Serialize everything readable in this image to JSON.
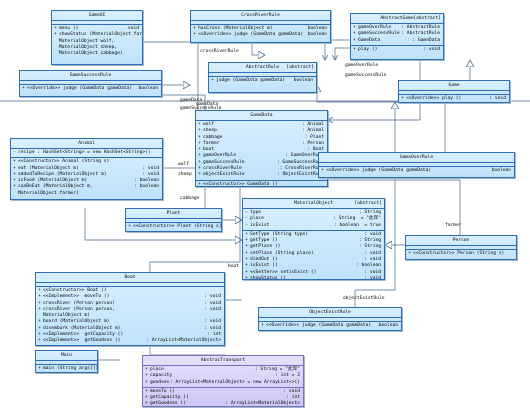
{
  "classes": {
    "gameui": {
      "name": "GameUI",
      "stereotype": "",
      "attributes": [],
      "operations": [
        {
          "vis": "+",
          "name": "menu ()",
          "type": "void"
        },
        {
          "vis": "+",
          "name": "showStatus (MaterialObject farmer,",
          "type": "void"
        },
        {
          "vis": "",
          "name": "MaterialObject wolf,",
          "type": ""
        },
        {
          "vis": "",
          "name": "MaterialObject sheep,",
          "type": ""
        },
        {
          "vis": "",
          "name": "MaterialObject cabbage)",
          "type": ""
        }
      ]
    },
    "crossriverrule": {
      "name": "CrossRiverRule",
      "stereotype": "",
      "attributes": [],
      "operations": [
        {
          "vis": "+",
          "name": "hasCross (MaterialObject m)",
          "type": "boolean"
        },
        {
          "vis": "+",
          "name": "<<Override>> judge (GameData gameData)",
          "type": "boolean"
        }
      ]
    },
    "abstractgame": {
      "name": "AbstractGame",
      "stereotype": "[abstract]",
      "attributes": [
        {
          "vis": "+",
          "name": "gameOverRule",
          "type": ": AbstractRule"
        },
        {
          "vis": "+",
          "name": "gameSuccessRule",
          "type": ": AbstractRule"
        },
        {
          "vis": "+",
          "name": "GameData",
          "type": ": GameData"
        }
      ],
      "operations": [
        {
          "vis": "+",
          "name": "play ()",
          "type": ": void"
        }
      ]
    },
    "gamesuccessrule": {
      "name": "GameSuccessRule",
      "stereotype": "",
      "attributes": [],
      "operations": [
        {
          "vis": "+",
          "name": "<<Override>> judge (GameData gameData)",
          "type": "boolean"
        }
      ]
    },
    "abstractrule": {
      "name": "AbstractRule",
      "stereotype": "[abstract]",
      "attributes": [],
      "operations": [
        {
          "vis": "+",
          "name": "judge (GameData gameData)",
          "type": "boolean"
        }
      ]
    },
    "game": {
      "name": "Game",
      "stereotype": "",
      "attributes": [],
      "operations": [
        {
          "vis": "+",
          "name": "<<Override>> play ()",
          "type": ": void"
        }
      ]
    },
    "animal": {
      "name": "Animal",
      "stereotype": "",
      "attributes": [
        {
          "vis": "-",
          "name": "recipe : HashSet<String> = new HashSet<String>()",
          "type": ""
        }
      ],
      "operations": [
        {
          "vis": "+",
          "name": "<<Constructor>> Animal (String s)",
          "type": ""
        },
        {
          "vis": "+",
          "name": "eat (MaterialObject m)",
          "type": ": void"
        },
        {
          "vis": "+",
          "name": "addedToRecipe (MaterialObject m)",
          "type": ": void"
        },
        {
          "vis": "+",
          "name": "isFood (MaterialObject m)",
          "type": ": boolean"
        },
        {
          "vis": "+",
          "name": "canBeEat (MaterialObject m,",
          "type": ": boolean"
        },
        {
          "vis": "",
          "name": "MaterialObject farmer)",
          "type": ""
        }
      ]
    },
    "gamedata": {
      "name": "GameData",
      "stereotype": "",
      "attributes": [
        {
          "vis": "+",
          "name": "wolf",
          "type": ": Animal"
        },
        {
          "vis": "+",
          "name": "sheep",
          "type": ": Animal"
        },
        {
          "vis": "+",
          "name": "cabbage",
          "type": ": Plant"
        },
        {
          "vis": "+",
          "name": "farmer",
          "type": ": Person"
        },
        {
          "vis": "+",
          "name": "boat",
          "type": ": Boat"
        },
        {
          "vis": "+",
          "name": "gameOverRule",
          "type": ": GameOverRule"
        },
        {
          "vis": "+",
          "name": "gameSuccessRule",
          "type": ": GameSuccessRule"
        },
        {
          "vis": "+",
          "name": "crossRiverRule",
          "type": ": CrossRiverRule"
        },
        {
          "vis": "+",
          "name": "objectExistRule",
          "type": ": ObjectExistRule"
        }
      ],
      "operations": [
        {
          "vis": "+",
          "name": "<<Constructor>> GameData ()",
          "type": ""
        }
      ]
    },
    "gameoverrule": {
      "name": "GameOverRule",
      "stereotype": "",
      "attributes": [],
      "operations": [
        {
          "vis": "+",
          "name": "<<Override>> judge (GameData gameData)",
          "type": "boolean"
        }
      ]
    },
    "plant": {
      "name": "Plant",
      "stereotype": "",
      "attributes": [],
      "operations": [
        {
          "vis": "+",
          "name": "<<Constructor>> Plant (String s)",
          "type": ""
        }
      ]
    },
    "materialobject": {
      "name": "MaterialObject",
      "stereotype": "[abstract]",
      "attributes": [
        {
          "vis": "-",
          "name": "type",
          "type": ": String"
        },
        {
          "vis": "-",
          "name": "place",
          "type": ": String  = \"此岸\""
        },
        {
          "vis": "-",
          "name": "isExist",
          "type": ": boolean  = true"
        }
      ],
      "operations": [
        {
          "vis": "+",
          "name": "SetType (String type)",
          "type": ": void"
        },
        {
          "vis": "+",
          "name": "getType ()",
          "type": ": String"
        },
        {
          "vis": "+",
          "name": "getPlace ()",
          "type": ": String"
        },
        {
          "vis": "+",
          "name": "setPlace (String place)",
          "type": ": void"
        },
        {
          "vis": "+",
          "name": "diedOut ()",
          "type": ": void"
        },
        {
          "vis": "+",
          "name": "isExist ()",
          "type": ": boolean"
        },
        {
          "vis": "+",
          "name": "<<Setter>> setisExist ()",
          "type": ": void"
        },
        {
          "vis": "+",
          "name": "showStatus ()",
          "type": ": void"
        }
      ]
    },
    "person": {
      "name": "Person",
      "stereotype": "",
      "attributes": [],
      "operations": [
        {
          "vis": "+",
          "name": "<<Constructor>> Person (String s)",
          "type": ""
        }
      ]
    },
    "boat": {
      "name": "Boat",
      "stereotype": "",
      "attributes": [],
      "operations": [
        {
          "vis": "+",
          "name": "<<Constructor>> Boat ()",
          "type": ""
        },
        {
          "vis": "+",
          "name": "<<Implement>>  moveTo ()",
          "type": ": void"
        },
        {
          "vis": "+",
          "name": "crossRiver (Person person)",
          "type": ": void"
        },
        {
          "vis": "+",
          "name": "crossRiver (Person person,",
          "type": ": void"
        },
        {
          "vis": "",
          "name": "MaterialObject m)",
          "type": ""
        },
        {
          "vis": "+",
          "name": "board (MaterialObject m)",
          "type": ": void"
        },
        {
          "vis": "+",
          "name": "disembark (MaterialObject m)",
          "type": ": void"
        },
        {
          "vis": "+",
          "name": "<<Implement>>  getCapacity ()",
          "type": ": int"
        },
        {
          "vis": "+",
          "name": "<<Implement>>  getGoodses ()",
          "type": ": ArrayList<MaterialObject>"
        }
      ]
    },
    "objectexistrule": {
      "name": "ObjectExistRule",
      "stereotype": "",
      "attributes": [],
      "operations": [
        {
          "vis": "+",
          "name": "<<Override>> judge (GameData gameData)",
          "type": "boolean"
        }
      ]
    },
    "main": {
      "name": "Main",
      "stereotype": "",
      "attributes": [],
      "operations": [
        {
          "vis": "+",
          "name": "main (String args[])",
          "type": ": void"
        }
      ]
    },
    "abstracttransport": {
      "name": "AbstracTransport",
      "stereotype": "",
      "attributes": [
        {
          "vis": "+",
          "name": "place",
          "type": ": String = \"此岸\""
        },
        {
          "vis": "+",
          "name": "capacity",
          "type": ": int = 2"
        },
        {
          "vis": "+",
          "name": "goodses",
          "type": ": ArrayList<MaterialObject> = new ArrayList<>()"
        }
      ],
      "operations": [
        {
          "vis": "+",
          "name": "moveTo ()",
          "type": ": void"
        },
        {
          "vis": "+",
          "name": "getCapacity ()",
          "type": ": int"
        },
        {
          "vis": "+",
          "name": "getGoodses ()",
          "type": ": ArrayList<MaterialObject>"
        }
      ]
    }
  },
  "edge_labels": {
    "crossriverrule": "crossRiverRule",
    "gameoverrule_top": "gameOverRule",
    "gamesuccessrule_top": "gameSuccessRule",
    "gamedata_a": "gameData",
    "gamedata_b": "gameData",
    "gamesuccessrule_mid": "gameSuccessRule",
    "wolf": "wolf",
    "sheep": "sheep",
    "gameoverrule_mid": "gameOverRule",
    "cabbage": "cabbage",
    "farmer": "farmer",
    "boat": "boat",
    "objectexistrule": "objectExistRule"
  },
  "colors": {
    "class_fill": "#cfe9fd",
    "class_border": "#2e6fb3",
    "abstract_transport_fill": "#ddd6fb",
    "edge": "#4a6a8a"
  }
}
